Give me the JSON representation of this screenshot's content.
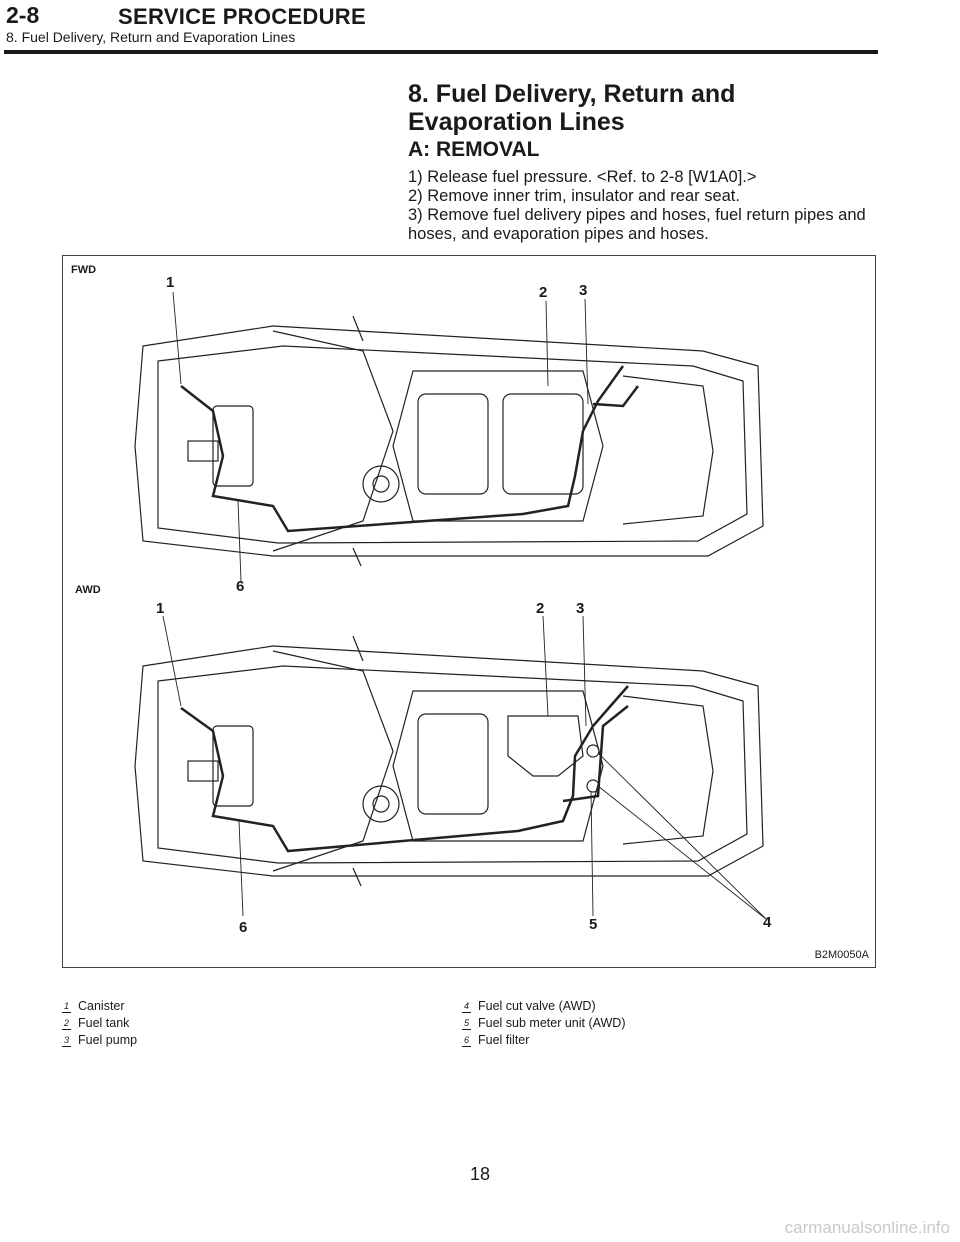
{
  "header": {
    "code": "2-8",
    "title": "SERVICE PROCEDURE",
    "subtitle": "8. Fuel Delivery, Return and Evaporation Lines"
  },
  "section": {
    "title": "8. Fuel Delivery, Return and Evaporation Lines",
    "subtitle": "A: REMOVAL",
    "steps": [
      "1) Release fuel pressure. <Ref. to 2-8 [W1A0].>",
      "2) Remove inner trim, insulator and rear seat.",
      "3) Remove fuel delivery pipes and hoses, fuel return pipes and hoses, and evaporation pipes and hoses."
    ]
  },
  "figure": {
    "fwd_label": "FWD",
    "awd_label": "AWD",
    "code": "B2M0050A",
    "callouts": [
      "1",
      "2",
      "3",
      "4",
      "5",
      "6"
    ]
  },
  "legend": {
    "left": [
      {
        "num": "1",
        "text": "Canister"
      },
      {
        "num": "2",
        "text": "Fuel tank"
      },
      {
        "num": "3",
        "text": "Fuel pump"
      }
    ],
    "right": [
      {
        "num": "4",
        "text": "Fuel cut valve (AWD)"
      },
      {
        "num": "5",
        "text": "Fuel sub meter unit (AWD)"
      },
      {
        "num": "6",
        "text": "Fuel filter"
      }
    ]
  },
  "page_number": "18",
  "watermark": "carmanualsonline.info"
}
